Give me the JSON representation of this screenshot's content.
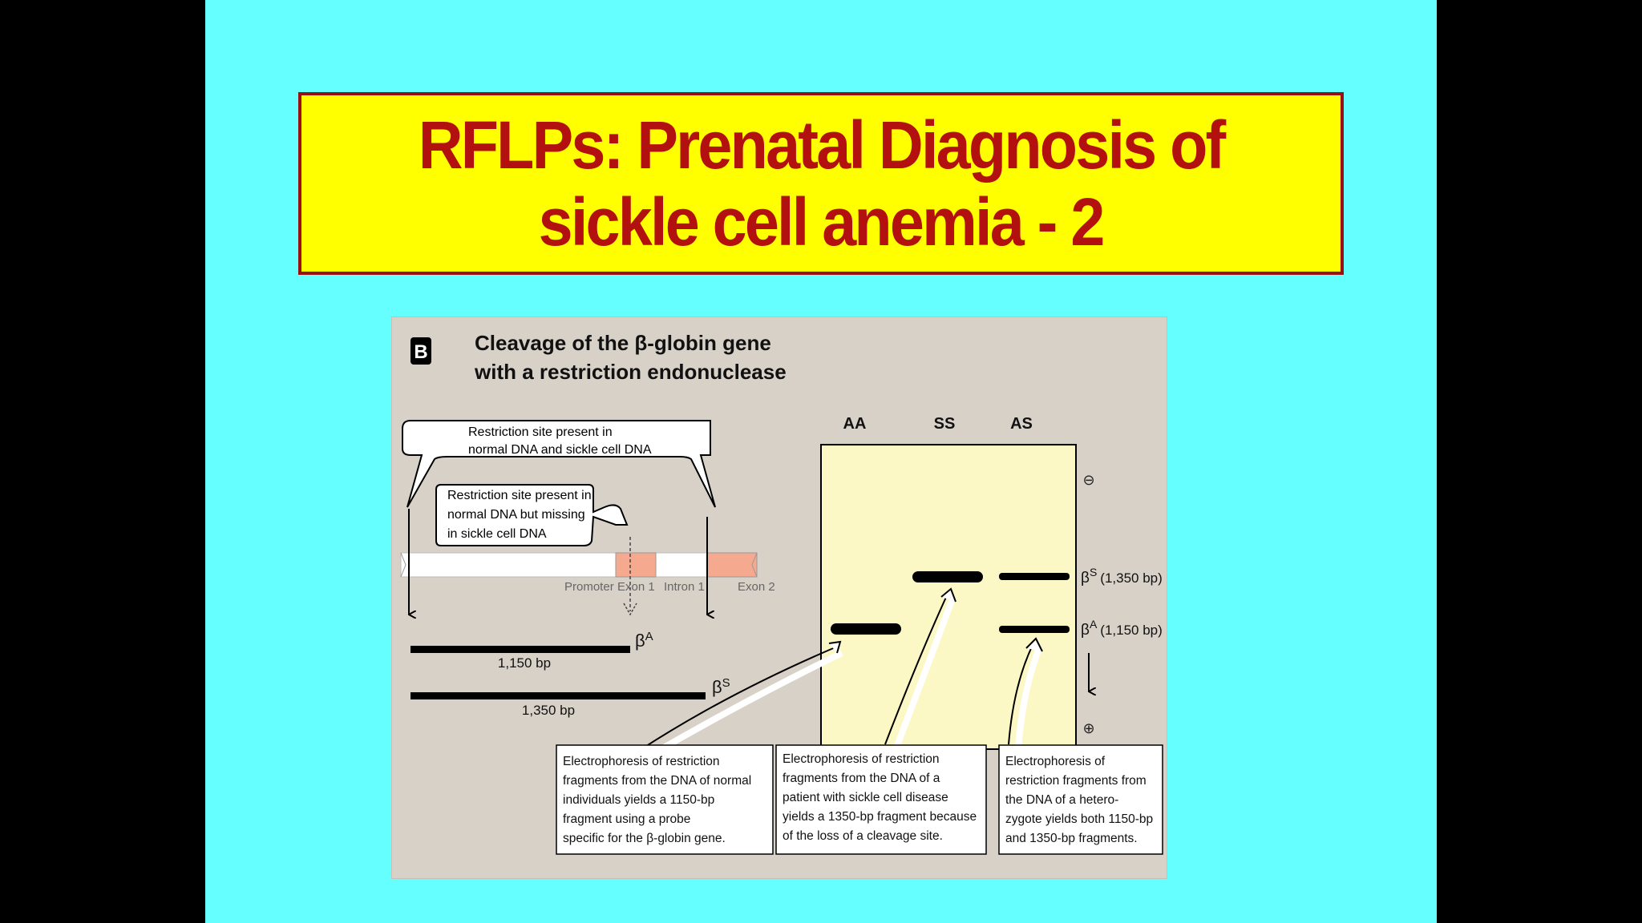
{
  "slide": {
    "title_line1": "RFLPs: Prenatal Diagnosis of",
    "title_line2": "sickle cell anemia - 2",
    "colors": {
      "slide_bg": "#66ffff",
      "title_bg": "#ffff00",
      "title_text": "#b31010",
      "figure_bg": "#d8d1c8",
      "gel_bg": "#fbf8c6",
      "exon_fill": "#f5a98e"
    }
  },
  "figure": {
    "panel_letter": "B",
    "heading_line1": "Cleavage of the β-globin gene",
    "heading_line2": "with a restriction endonuclease",
    "callout_top_line1": "Restriction site present in",
    "callout_top_line2": "normal DNA and sickle cell DNA",
    "callout_mid_line1": "Restriction site present in",
    "callout_mid_line2": "normal DNA but missing",
    "callout_mid_line3": "in sickle cell DNA",
    "gene_labels": {
      "promoter": "Promoter",
      "exon1": "Exon  1",
      "intron1": "Intron  1",
      "exon2": "Exon  2"
    },
    "fragments": {
      "betaA_symbol": "β",
      "betaA_sup": "A",
      "betaA_length": "1,150 bp",
      "betaS_symbol": "β",
      "betaS_sup": "S",
      "betaS_length": "1,350 bp"
    },
    "gel": {
      "lanes": [
        "AA",
        "SS",
        "AS"
      ],
      "minus_sign": "⊖",
      "plus_sign": "⊕",
      "betaS_label_symbol": "β",
      "betaS_label_sup": "S",
      "betaS_label_size": "(1,350 bp)",
      "betaA_label_symbol": "β",
      "betaA_label_sup": "A",
      "betaA_label_size": "(1,150 bp)"
    },
    "notes": {
      "aa": [
        "Electrophoresis of restriction",
        "fragments from the DNA of normal",
        "individuals yields a 1150-bp",
        "fragment using a probe",
        "specific for the β-globin gene."
      ],
      "ss": [
        "Electrophoresis of restriction",
        "fragments from the DNA of a",
        "patient with sickle cell disease",
        "yields a 1350-bp fragment because",
        "of the loss of a cleavage site."
      ],
      "as": [
        "Electrophoresis of",
        "restriction fragments from",
        "the DNA of a hetero-",
        "zygote yields both 1150-bp",
        "and 1350-bp fragments."
      ]
    }
  }
}
